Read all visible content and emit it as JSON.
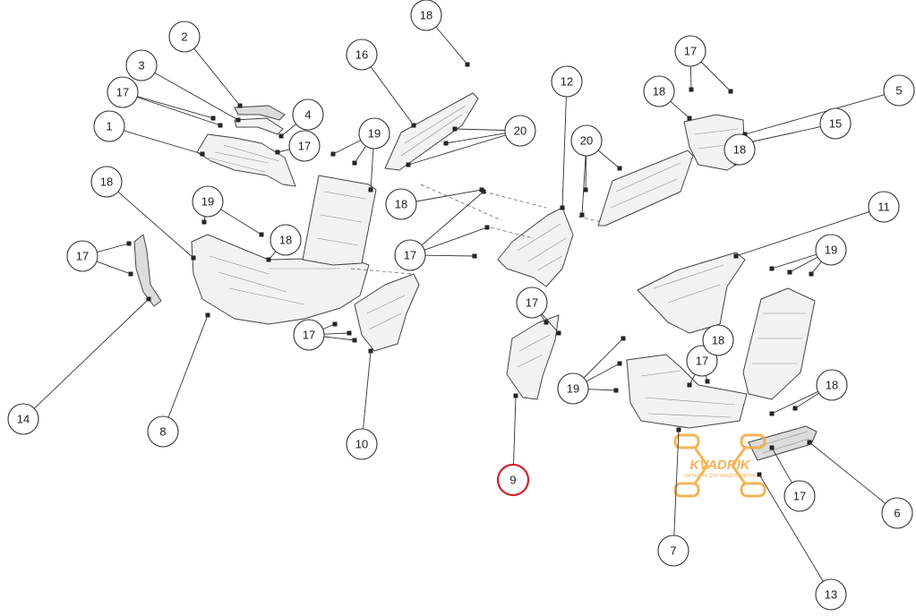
{
  "callouts": [
    {
      "label": "1"
    },
    {
      "label": "2"
    },
    {
      "label": "3"
    },
    {
      "label": "4"
    },
    {
      "label": "5"
    },
    {
      "label": "6"
    },
    {
      "label": "7"
    },
    {
      "label": "8"
    },
    {
      "label": "9"
    },
    {
      "label": "10"
    },
    {
      "label": "11"
    },
    {
      "label": "12"
    },
    {
      "label": "13"
    },
    {
      "label": "14"
    },
    {
      "label": "15"
    },
    {
      "label": "16"
    },
    {
      "label": "17"
    },
    {
      "label": "17"
    },
    {
      "label": "17"
    },
    {
      "label": "17"
    },
    {
      "label": "17"
    },
    {
      "label": "17"
    },
    {
      "label": "17"
    },
    {
      "label": "17"
    },
    {
      "label": "17"
    },
    {
      "label": "18"
    },
    {
      "label": "18"
    },
    {
      "label": "18"
    },
    {
      "label": "18"
    },
    {
      "label": "18"
    },
    {
      "label": "18"
    },
    {
      "label": "18"
    },
    {
      "label": "18"
    },
    {
      "label": "19"
    },
    {
      "label": "19"
    },
    {
      "label": "19"
    },
    {
      "label": "19"
    },
    {
      "label": "20"
    },
    {
      "label": "20"
    }
  ],
  "highlight": {
    "label": "9",
    "color": "#d0202a"
  },
  "watermark": {
    "brand": "KVADRIK",
    "tagline": "ЗАПЧАСТИ ДЛЯ КВАДРОЦИКЛОВ",
    "color": "#f2a93b"
  }
}
